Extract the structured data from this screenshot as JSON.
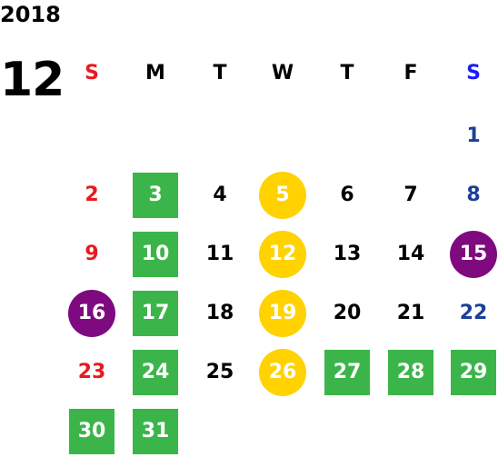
{
  "header": {
    "year": "2018",
    "month": "12"
  },
  "colors": {
    "sunday_text": "#e8191e",
    "saturday_text": "#1a3f98",
    "weekday_text": "#000000",
    "square_marker": "#3bb54a",
    "yellow_circle_marker": "#ffd200",
    "purple_circle_marker": "#7f0a7f",
    "marker_text": "#ffffff",
    "saturday_header": "#1a1aff"
  },
  "weekdays": [
    {
      "label": "S"
    },
    {
      "label": "M"
    },
    {
      "label": "T"
    },
    {
      "label": "W"
    },
    {
      "label": "T"
    },
    {
      "label": "F"
    },
    {
      "label": "S"
    }
  ],
  "days": [
    {
      "n": "1",
      "marker": "none",
      "kind": "saturday"
    },
    {
      "n": "2",
      "marker": "none",
      "kind": "sunday"
    },
    {
      "n": "3",
      "marker": "square",
      "kind": "weekday"
    },
    {
      "n": "4",
      "marker": "none",
      "kind": "weekday"
    },
    {
      "n": "5",
      "marker": "yellow",
      "kind": "weekday"
    },
    {
      "n": "6",
      "marker": "none",
      "kind": "weekday"
    },
    {
      "n": "7",
      "marker": "none",
      "kind": "weekday"
    },
    {
      "n": "8",
      "marker": "none",
      "kind": "saturday"
    },
    {
      "n": "9",
      "marker": "none",
      "kind": "sunday"
    },
    {
      "n": "10",
      "marker": "square",
      "kind": "weekday"
    },
    {
      "n": "11",
      "marker": "none",
      "kind": "weekday"
    },
    {
      "n": "12",
      "marker": "yellow",
      "kind": "weekday"
    },
    {
      "n": "13",
      "marker": "none",
      "kind": "weekday"
    },
    {
      "n": "14",
      "marker": "none",
      "kind": "weekday"
    },
    {
      "n": "15",
      "marker": "purple",
      "kind": "saturday"
    },
    {
      "n": "16",
      "marker": "purple",
      "kind": "sunday"
    },
    {
      "n": "17",
      "marker": "square",
      "kind": "weekday"
    },
    {
      "n": "18",
      "marker": "none",
      "kind": "weekday"
    },
    {
      "n": "19",
      "marker": "yellow",
      "kind": "weekday"
    },
    {
      "n": "20",
      "marker": "none",
      "kind": "weekday"
    },
    {
      "n": "21",
      "marker": "none",
      "kind": "weekday"
    },
    {
      "n": "22",
      "marker": "none",
      "kind": "saturday"
    },
    {
      "n": "23",
      "marker": "none",
      "kind": "sunday"
    },
    {
      "n": "24",
      "marker": "square",
      "kind": "weekday"
    },
    {
      "n": "25",
      "marker": "none",
      "kind": "weekday"
    },
    {
      "n": "26",
      "marker": "yellow",
      "kind": "weekday"
    },
    {
      "n": "27",
      "marker": "square",
      "kind": "weekday"
    },
    {
      "n": "28",
      "marker": "square",
      "kind": "weekday"
    },
    {
      "n": "29",
      "marker": "square",
      "kind": "saturday"
    },
    {
      "n": "30",
      "marker": "square",
      "kind": "sunday"
    },
    {
      "n": "31",
      "marker": "square",
      "kind": "weekday"
    }
  ]
}
